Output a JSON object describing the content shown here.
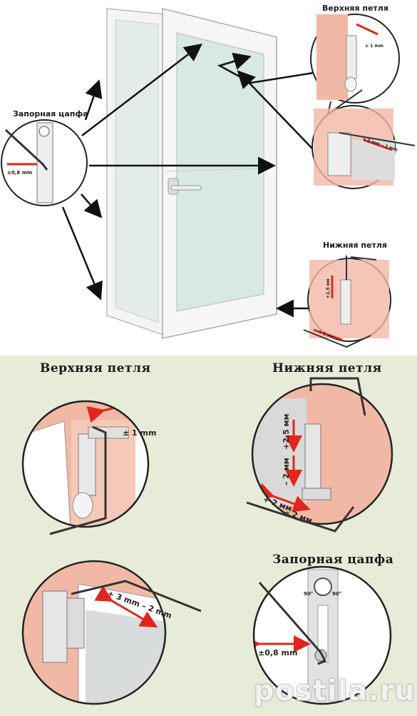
{
  "top_labels": {
    "upper_hinge": "Верхняя петля",
    "lock_pin": "Запорная цапфа",
    "lower_hinge": "Нижняя петля"
  },
  "bottom_labels": {
    "upper_hinge": "Верхняя петля",
    "lower_hinge": "Нижняя петля",
    "lock_pin": "Запорная цапфа"
  },
  "measures": {
    "pin_tolerance": "±0,8 mm",
    "upper_hinge_tolerance": "± 1 mm",
    "upper_hinge_range": "+ 3 mm – 2 mm",
    "lower_vertical_plus": "+2,5 мм",
    "lower_vertical_minus": "– 2 мм",
    "lower_horizontal_plus": "+ 2 мм",
    "lower_horizontal_minus": "– 2 мм",
    "deg_left": "90°",
    "deg_right": "90°"
  },
  "watermark": "postila.ru",
  "colors": {
    "frame_pink": "#f2b8a6",
    "arrow_red": "#e0261c",
    "bottom_bg": "#e6ecd8",
    "glass": "#d8e8e2"
  }
}
